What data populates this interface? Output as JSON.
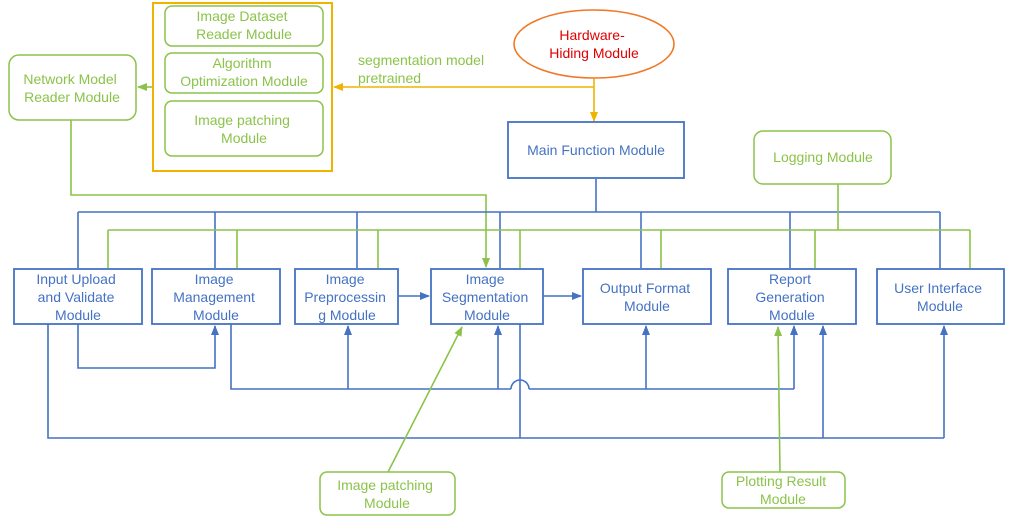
{
  "colors": {
    "blue": "#4472C4",
    "green": "#8BC34A",
    "orange": "#F0B400",
    "ellipse": "#F07828",
    "red": "#E00000"
  },
  "modules": {
    "dataset_reader": [
      "Image Dataset",
      "Reader Module"
    ],
    "algorithm_optimization": [
      "Algorithm",
      "Optimization Module"
    ],
    "image_patching_top": [
      "Image patching",
      "Module"
    ],
    "network_model_reader": [
      "Network Model",
      "Reader Module"
    ],
    "hardware_hiding": [
      "Hardware-",
      "Hiding Module"
    ],
    "main_function": [
      "Main Function Module"
    ],
    "logging": [
      "Logging Module"
    ],
    "input_upload": [
      "Input Upload",
      "and Validate",
      "Module"
    ],
    "image_management": [
      "Image",
      "Management",
      "Module"
    ],
    "image_preprocessing": [
      "Image",
      "Preprocessin",
      "g Module"
    ],
    "image_segmentation": [
      "Image",
      "Segmentation",
      "Module"
    ],
    "output_format": [
      "Output Format",
      "Module"
    ],
    "report_generation": [
      "Report",
      "Generation",
      "Module"
    ],
    "user_interface": [
      "User Interface",
      "Module"
    ],
    "image_patching_bottom": [
      "Image patching",
      "Module"
    ],
    "plotting_result": [
      "Plotting Result",
      "Module"
    ]
  },
  "edge_labels": {
    "segmentation_model": [
      "segmentation model",
      "pretrained"
    ]
  }
}
